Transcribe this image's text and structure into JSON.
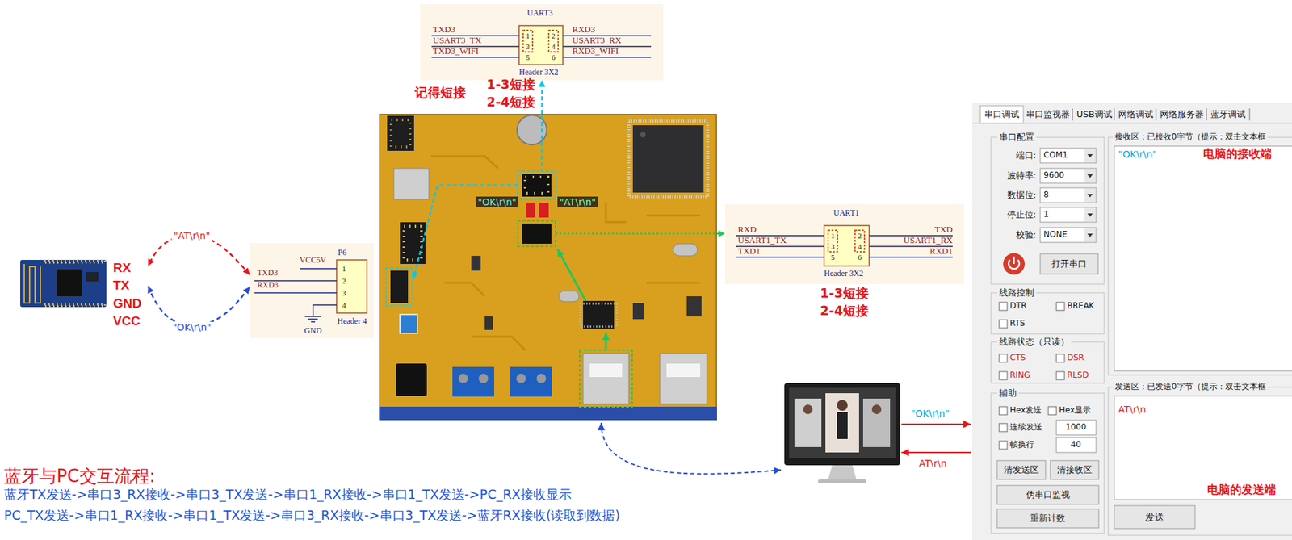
{
  "diagram": {
    "nodes": [
      {
        "text": [
          "RX",
          "TX",
          "GND",
          "VCC"
        ]
      },
      {
        "text": [
          "VCC5V",
          "P6",
          "TXD3",
          "RXD3",
          "1",
          "2",
          "3",
          "4",
          "GND",
          "Header 4"
        ]
      },
      {
        "text": [
          "UART3",
          "TXD3",
          "USART3_TX",
          "TXD3_WIFI",
          "1",
          "2",
          "3",
          "4",
          "5",
          "6",
          "RXD3",
          "USART3_RX",
          "RXD3_WIFI",
          "Header 3X2"
        ]
      },
      {
        "text": [
          "\"OK\\r\\n\"",
          "\"AT\\r\\n\""
        ]
      },
      {
        "text": [
          "UART1",
          "RXD",
          "USART1_TX",
          "TXD1",
          "1",
          "2",
          "3",
          "4",
          "5",
          "6",
          "TXD",
          "USART1_RX",
          "RXD1",
          "Header 3X2"
        ]
      }
    ],
    "edges": [
      {
        "from": 1,
        "to": 0,
        "label": "\"AT\\r\\n\"",
        "arrow": "both"
      },
      {
        "from": 0,
        "to": 1,
        "label": "\"OK\\r\\n\"",
        "arrow": "both"
      },
      {
        "from": 3,
        "to": 2,
        "arrow": "to"
      },
      {
        "from": 3,
        "to": 4,
        "arrow": "to"
      }
    ],
    "labels": [
      "记得短接",
      "1-3短接",
      "2-4短接",
      "1-3短接",
      "2-4短接",
      "\"OK\\r\\n\"",
      "AT\\r\\n",
      "蓝牙与PC交互流程:",
      "蓝牙TX发送->串口3_RX接收->串口3_TX发送->串口1_RX接收->串口1_TX发送->PC_RX接收显示",
      "PC_TX发送->串口1_RX接收->串口1_TX发送->串口3_RX接收->串口3_TX发送->蓝牙RX接收(读取到数据)",
      "串口调试",
      "串口监视器",
      "USB调试",
      "网络调试",
      "网络服务器",
      "蓝牙调试",
      "串口配置",
      "端口:",
      "COM1",
      "波特率:",
      "9600",
      "数据位:",
      "8",
      "停止位:",
      "1",
      "校验:",
      "NONE",
      "打开串口",
      "线路控制",
      "DTR",
      "BREAK",
      "RTS",
      "线路状态（只读）",
      "CTS",
      "DSR",
      "RING",
      "RLSD",
      "辅助",
      "Hex发送",
      "Hex显示",
      "连续发送",
      "1000",
      "帧换行",
      "40",
      "清发送区",
      "清接收区",
      "伪串口监视",
      "重新计数",
      "接收区：已接收0字节（提示：双击文本框",
      "\"OK\\r\\n\"",
      "电脑的接收端",
      "发送区：已发送0字节（提示：双击文本框",
      "AT\\r\\n",
      "电脑的发送端",
      "发送"
    ]
  }
}
